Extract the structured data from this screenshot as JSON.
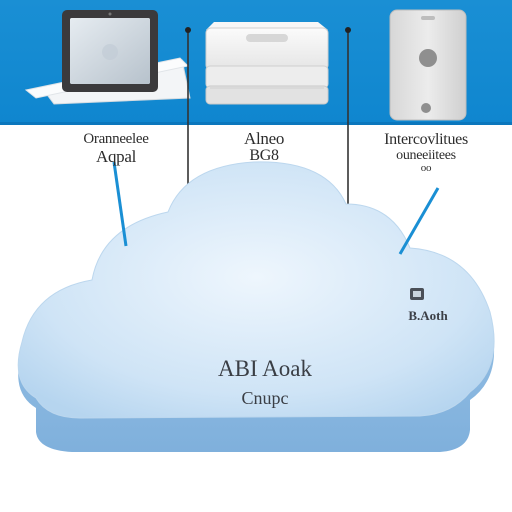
{
  "labels": {
    "left": [
      "Oranneelee",
      "Aqpal"
    ],
    "center": [
      "Alneo",
      "BG8"
    ],
    "right": [
      "Intercovlitues",
      "ouneeiitees",
      "oo"
    ]
  },
  "cloud": {
    "title": "ABI Aoak",
    "subtitle": "Cnupc"
  },
  "node": {
    "label": "B.Aoth"
  },
  "colors": {
    "band": "#1a8fd4",
    "connector": "#1a8fd4",
    "cloud_fill": "#cfe4f6",
    "cloud_edge": "#9ec6e8"
  },
  "icons": [
    "tablet-icon",
    "server-icon",
    "phone-icon"
  ]
}
